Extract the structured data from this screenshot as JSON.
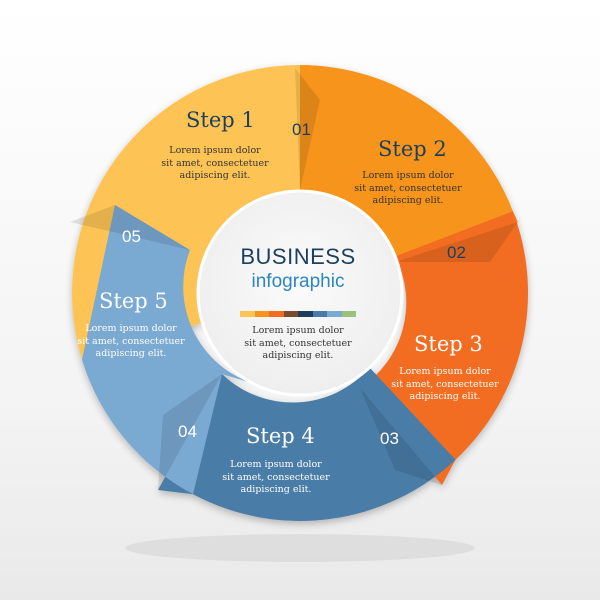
{
  "colors": {
    "step1": "#fdc454",
    "step2": "#f7941e",
    "step3": "#f26d21",
    "step4": "#4a7ba7",
    "step5": "#7aa9d2",
    "center_fill": "#f5f5f5",
    "title_dark": "#1c3f5e",
    "title_light": "#2e86c1",
    "step_title_light": "#1c3f5e",
    "step_title_dark": "#ffffff",
    "body_light": "#333333",
    "body_dark": "#ffffff"
  },
  "center": {
    "title": "BUSINESS",
    "subtitle": "infographic",
    "body": "Lorem ipsum dolor\nsit amet, consectetuer\nadipiscing elit.",
    "palette": [
      "#fdc454",
      "#f7941e",
      "#f26d21",
      "#7a4e2d",
      "#1c3f5e",
      "#4a7ba7",
      "#7aa9d2",
      "#9bc27c"
    ]
  },
  "steps": [
    {
      "title": "Step 1",
      "number": "01",
      "body": "Lorem ipsum dolor\nsit amet, consectetuer\nadipiscing elit."
    },
    {
      "title": "Step 2",
      "number": "02",
      "body": "Lorem ipsum dolor\nsit amet, consectetuer\nadipiscing elit."
    },
    {
      "title": "Step 3",
      "number": "03",
      "body": "Lorem ipsum dolor\nsit amet, consectetuer\nadipiscing elit."
    },
    {
      "title": "Step 4",
      "number": "04",
      "body": "Lorem ipsum dolor\nsit amet, consectetuer\nadipiscing elit."
    },
    {
      "title": "Step 5",
      "number": "05",
      "body": "Lorem ipsum dolor\nsit amet, consectetuer\nadipiscing elit."
    }
  ]
}
